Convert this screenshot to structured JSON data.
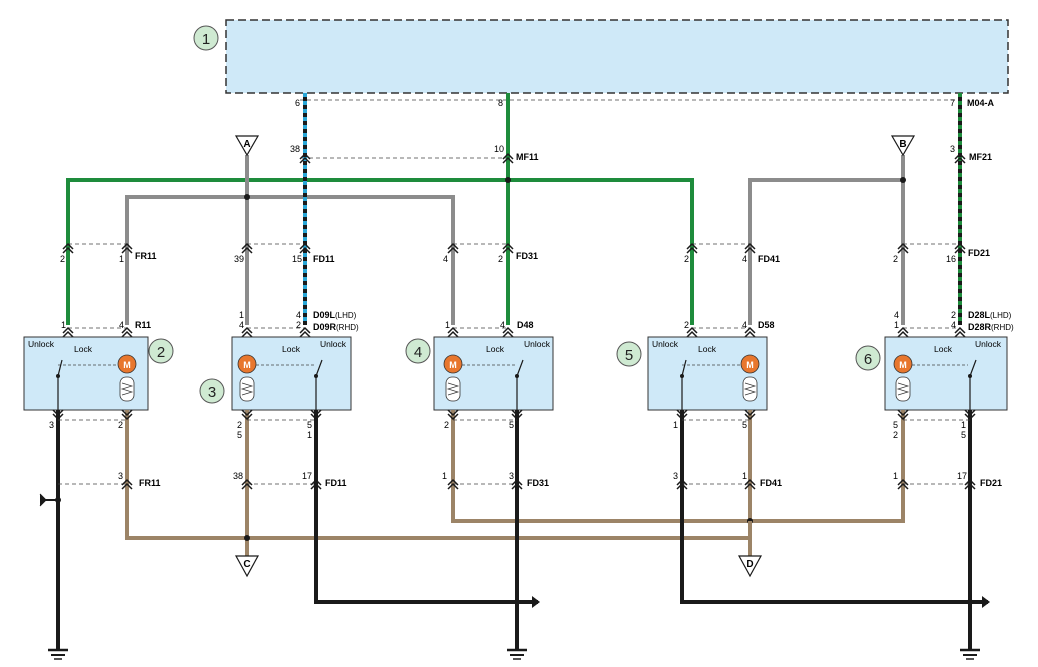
{
  "colors": {
    "module_fill": "#cfe9f8",
    "wire_green": "#1e8c3c",
    "wire_gray": "#8c8c8c",
    "wire_black": "#1a1a1a",
    "wire_brown": "#9c8467",
    "wire_blue_stripe": "#2aa6d6",
    "callout_fill": "#cfead2",
    "motor": "#e8772e"
  },
  "callouts": [
    "1",
    "2",
    "3",
    "4",
    "5",
    "6"
  ],
  "terminals": [
    "A",
    "B",
    "C",
    "D"
  ],
  "connectors": {
    "m04a": "M04-A",
    "mf11": "MF11",
    "mf21": "MF21",
    "fr11_top": "FR11",
    "fd11_top": "FD11",
    "fd31_top": "FD31",
    "fd41_top": "FD41",
    "fd21_top": "FD21",
    "r11": "R11",
    "d09l": "D09L",
    "d09l_suffix": "(LHD)",
    "d09r": "D09R",
    "d09r_suffix": "(RHD)",
    "d48": "D48",
    "d58": "D58",
    "d28l": "D28L",
    "d28l_suffix": "(LHD)",
    "d28r": "D28R",
    "d28r_suffix": "(RHD)",
    "fr11_bot": "FR11",
    "fd11_bot": "FD11",
    "fd31_bot": "FD31",
    "fd41_bot": "FD41",
    "fd21_bot": "FD21"
  },
  "switch_labels": {
    "unlock": "Unlock",
    "lock": "Lock"
  },
  "motor_label": "M",
  "pins": {
    "m04a": [
      "6",
      "8",
      "7"
    ],
    "mf": [
      "38",
      "10",
      "3"
    ],
    "mid": [
      "2",
      "1",
      "39",
      "15",
      "4",
      "2",
      "2",
      "4",
      "2",
      "16"
    ],
    "mod2_top": [
      "1",
      "4"
    ],
    "mod3_top": [
      "1",
      "4",
      "4",
      "2"
    ],
    "mod4_top": [
      "1",
      "4"
    ],
    "mod5_top": [
      "2",
      "4"
    ],
    "mod6_top": [
      "4",
      "1",
      "2",
      "4"
    ],
    "mod2_bot": [
      "3",
      "2"
    ],
    "mod3_bot": [
      "2",
      "5",
      "5",
      "1"
    ],
    "mod4_bot": [
      "2",
      "5"
    ],
    "mod5_bot": [
      "1",
      "5"
    ],
    "mod6_bot": [
      "5",
      "2",
      "1",
      "5"
    ],
    "lower": [
      "3",
      "38",
      "17",
      "1",
      "3",
      "3",
      "1",
      "1",
      "17"
    ]
  }
}
